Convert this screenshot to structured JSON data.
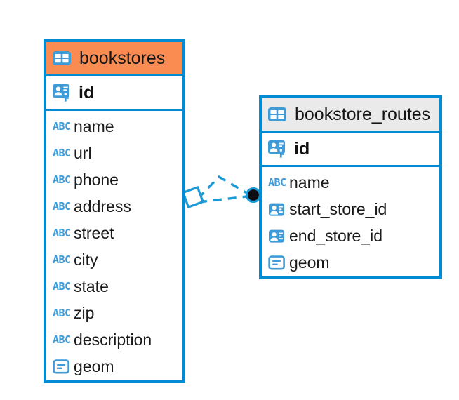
{
  "diagram": {
    "title": "bookstores / bookstore_routes entity relationship diagram",
    "type": "er-diagram",
    "colors": {
      "border": "#008BD2",
      "header_highlight": "#FA8C52",
      "header_default": "#EAEAEA",
      "icon_blue": "#3F9BD8",
      "connector": "#1B9AD6",
      "endpoint_fill": "#0D0D12",
      "background": "#FFFFFF"
    }
  },
  "entities": [
    {
      "id": "bookstores",
      "name": "bookstores",
      "header_icon": "table-icon",
      "header_style": "orange",
      "primary_key": {
        "name": "id",
        "icon": "primary-key-icon"
      },
      "fields": [
        {
          "name": "name",
          "icon": "abc-text-icon",
          "type_glyph": "ABC"
        },
        {
          "name": "url",
          "icon": "abc-text-icon",
          "type_glyph": "ABC"
        },
        {
          "name": "phone",
          "icon": "abc-text-icon",
          "type_glyph": "ABC"
        },
        {
          "name": "address",
          "icon": "abc-text-icon",
          "type_glyph": "ABC"
        },
        {
          "name": "street",
          "icon": "abc-text-icon",
          "type_glyph": "ABC"
        },
        {
          "name": "city",
          "icon": "abc-text-icon",
          "type_glyph": "ABC"
        },
        {
          "name": "state",
          "icon": "abc-text-icon",
          "type_glyph": "ABC"
        },
        {
          "name": "zip",
          "icon": "abc-text-icon",
          "type_glyph": "ABC"
        },
        {
          "name": "description",
          "icon": "abc-text-icon",
          "type_glyph": "ABC"
        },
        {
          "name": "geom",
          "icon": "geometry-icon",
          "type_glyph": ""
        }
      ]
    },
    {
      "id": "bookstore_routes",
      "name": "bookstore_routes",
      "header_icon": "table-icon",
      "header_style": "grey",
      "primary_key": {
        "name": "id",
        "icon": "primary-key-icon"
      },
      "fields": [
        {
          "name": "name",
          "icon": "abc-text-icon",
          "type_glyph": "ABC"
        },
        {
          "name": "start_store_id",
          "icon": "foreign-key-icon",
          "type_glyph": ""
        },
        {
          "name": "end_store_id",
          "icon": "foreign-key-icon",
          "type_glyph": ""
        },
        {
          "name": "geom",
          "icon": "geometry-icon",
          "type_glyph": ""
        }
      ]
    }
  ],
  "relationship": {
    "from_entity": "bookstores",
    "to_entity": "bookstore_routes",
    "from_marker": "diamond-outline",
    "to_marker": "filled-circle",
    "line_style": "dashed",
    "cardinality": "one-to-many"
  }
}
